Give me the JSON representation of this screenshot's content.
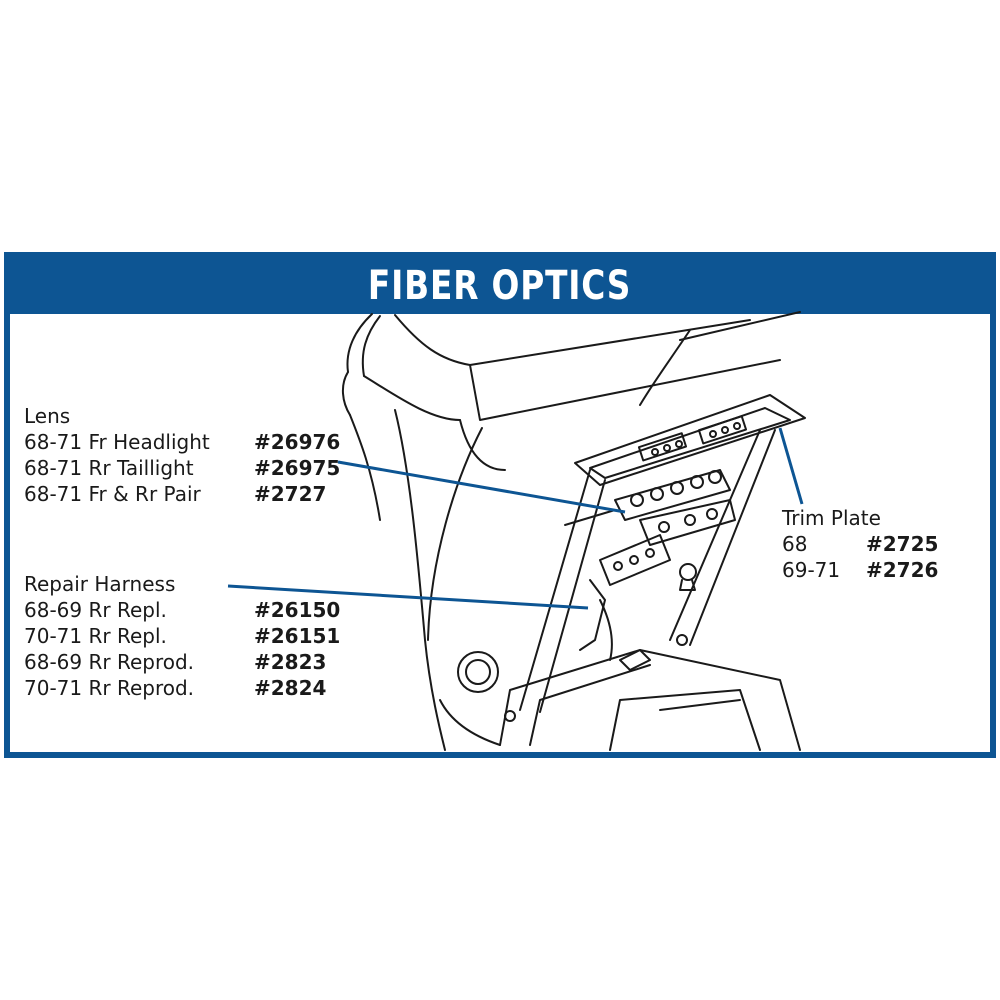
{
  "title": "FIBER OPTICS",
  "colors": {
    "accent": "#0d5593",
    "ink": "#1a1a1a"
  },
  "lens": {
    "heading": "Lens",
    "items": [
      {
        "label": "68-71 Fr Headlight",
        "part": "#26976"
      },
      {
        "label": "68-71 Rr Taillight",
        "part": "#26975"
      },
      {
        "label": "68-71 Fr & Rr Pair",
        "part": "#2727"
      }
    ]
  },
  "harness": {
    "heading": "Repair Harness",
    "items": [
      {
        "label": "68-69 Rr Repl.",
        "part": "#26150"
      },
      {
        "label": "70-71 Rr Repl.",
        "part": "#26151"
      },
      {
        "label": "68-69 Rr Reprod.",
        "part": "#2823"
      },
      {
        "label": "70-71 Rr Reprod.",
        "part": "#2824"
      }
    ]
  },
  "trim_plate": {
    "heading": "Trim Plate",
    "items": [
      {
        "label": "68",
        "part": "#2725"
      },
      {
        "label": "69-71",
        "part": "#2726"
      }
    ]
  }
}
